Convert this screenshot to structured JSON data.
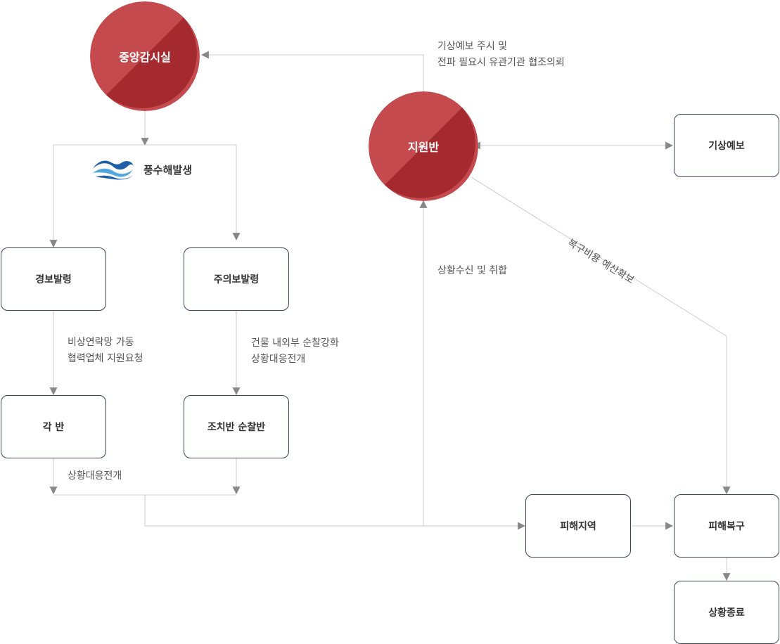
{
  "colors": {
    "circle_light": "#c44a4e",
    "circle_dark": "#a52a2f",
    "line": "#cccccc",
    "arrow": "#888888",
    "border": "#3a4358",
    "wave_blue": "#1f5fa8",
    "wave_light": "#54a7dc"
  },
  "nodes": {
    "central": "중앙감시실",
    "support": "지원반",
    "weather": "기상예보",
    "alarm": "경보발령",
    "caution": "주의보발령",
    "each_team": "각 반",
    "patrol": "조치반 순찰반",
    "damage_area": "피해지역",
    "recovery": "피해복구",
    "end": "상황종료"
  },
  "brand": {
    "label": "풍수해발생",
    "icon": "wave-logo-icon"
  },
  "labels": {
    "forecast_line1": "기상예보 주시 및",
    "forecast_line2": "전파 필요시 유관기관 협조의뢰",
    "budget": "복구비용 예산확보",
    "receive": "상황수신 및 취합",
    "alarm_line1": "비상연락망 가동",
    "alarm_line2": "협력업체 지원요청",
    "caution_line1": "건물 내외부 순찰강화",
    "caution_line2": "상황대응전개",
    "response": "상황대응전개"
  }
}
